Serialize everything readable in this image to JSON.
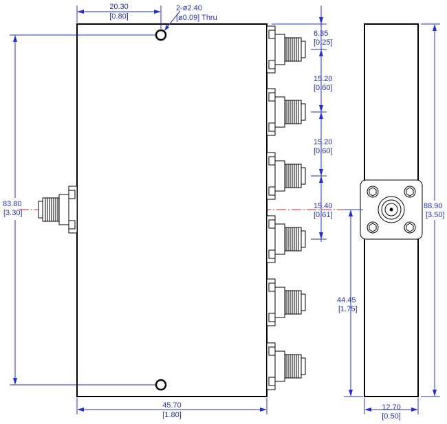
{
  "colors": {
    "dimension": "#1f2ee0",
    "outline": "#000000",
    "centerline": "#d82020",
    "background": "#ffffff"
  },
  "hole_note": {
    "line1": "2-ø2.40",
    "line2": "[ø0.09] Thru"
  },
  "dimensions": {
    "hole_offset": {
      "mm": "20.30",
      "in": "[0.80]"
    },
    "port_first": {
      "mm": "6.35",
      "in": "[0.25]"
    },
    "port_pitch_1": {
      "mm": "15.20",
      "in": "[0.60]"
    },
    "port_pitch_2": {
      "mm": "15.20",
      "in": "[0.60]"
    },
    "port_center": {
      "mm": "15.40",
      "in": "[0.61]"
    },
    "hole_spacing": {
      "mm": "83.80",
      "in": "[3.30]"
    },
    "overall_length": {
      "mm": "88.90",
      "in": "[3.50]"
    },
    "input_height": {
      "mm": "44.45",
      "in": "[1.75]"
    },
    "width": {
      "mm": "45.70",
      "in": "[1.80]"
    },
    "thickness": {
      "mm": "12.70",
      "in": "[0.50]"
    }
  },
  "icons": [
    "sma-connector-icon",
    "mounting-hole-icon",
    "flange-screw-icon"
  ]
}
